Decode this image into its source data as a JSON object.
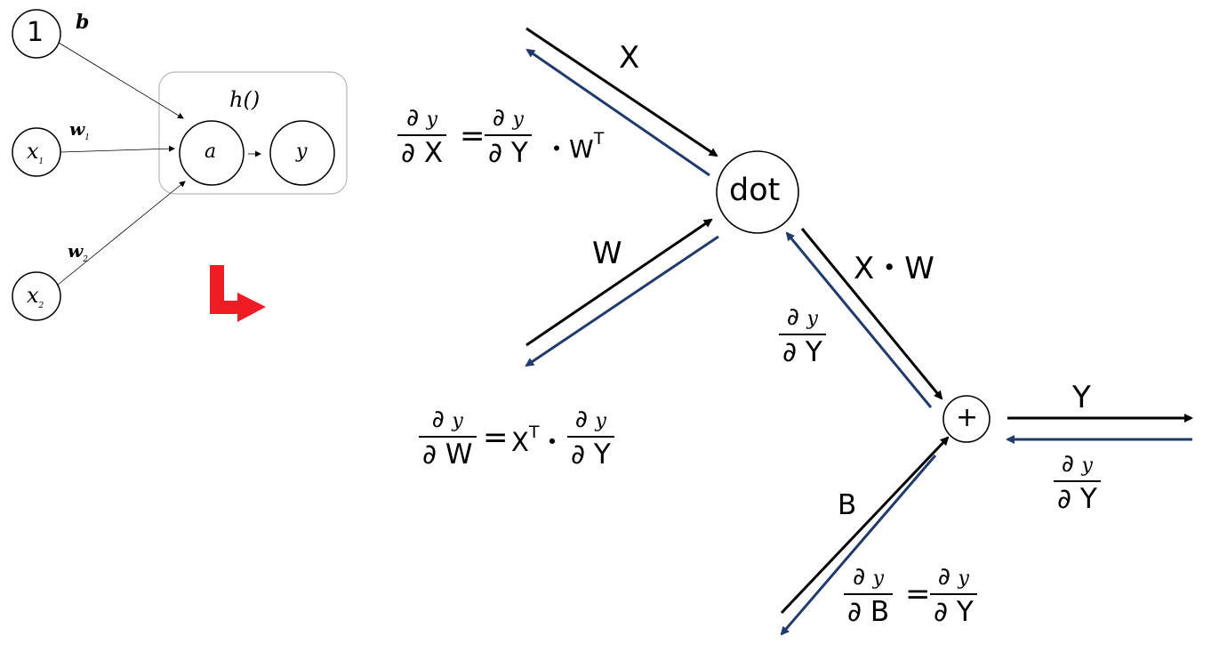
{
  "neuron": {
    "bias_input": "1",
    "bias_weight": "b",
    "x1": "x",
    "x1_sub": "1",
    "w1": "w",
    "w1_sub": "1",
    "x2": "x",
    "x2_sub": "2",
    "w2": "w",
    "w2_sub": "2",
    "activation_label": "h()",
    "node_a": "a",
    "node_y": "y"
  },
  "graph": {
    "dot_node": "dot",
    "plus_node": "+",
    "input_x": "X",
    "input_w": "W",
    "product": "X・W",
    "input_b": "B",
    "output_y": "Y",
    "partial": "∂",
    "y": "y",
    "eq": "=",
    "dot_op": "・",
    "X": "X",
    "W": "W",
    "B": "B",
    "Y": "Y",
    "T": "T"
  },
  "colors": {
    "forward": "#000000",
    "backward": "#1f3a6b",
    "accent_arrow": "#ee1c25",
    "box_border": "#b8b8b8"
  }
}
